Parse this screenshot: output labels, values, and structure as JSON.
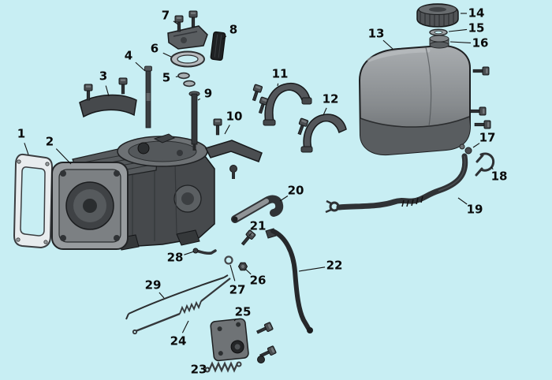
{
  "diagram": {
    "type": "exploded-parts-diagram",
    "part_numbers_shown": [
      "1",
      "2",
      "3",
      "4",
      "5",
      "6",
      "7",
      "8",
      "9",
      "10",
      "11",
      "12",
      "13",
      "14",
      "15",
      "16",
      "17",
      "18",
      "19",
      "20",
      "21",
      "22",
      "23",
      "24",
      "25",
      "26",
      "27",
      "28",
      "29"
    ]
  },
  "colors": {
    "background": "#c8eef3",
    "leader_line": "#111111",
    "callout_text": "#0a0a0a",
    "part_dark": "#2f3235",
    "part_mid": "#6d7174",
    "part_light": "#979b9e",
    "tank_gradient_top": "#a9adb0",
    "tank_gradient_bottom": "#606467"
  },
  "callouts": [
    {
      "num": "1",
      "label": [
        27,
        170
      ],
      "target": [
        36,
        196
      ]
    },
    {
      "num": "2",
      "label": [
        63,
        180
      ],
      "target": [
        90,
        208
      ]
    },
    {
      "num": "3",
      "label": [
        131,
        97
      ],
      "target": [
        138,
        122
      ]
    },
    {
      "num": "4",
      "label": [
        163,
        71
      ],
      "target": [
        184,
        90
      ]
    },
    {
      "num": "5",
      "label": [
        211,
        99
      ],
      "target": [
        226,
        97
      ]
    },
    {
      "num": "6",
      "label": [
        196,
        62
      ],
      "target": [
        217,
        72
      ]
    },
    {
      "num": "7",
      "label": [
        210,
        20
      ],
      "target": [
        226,
        31
      ]
    },
    {
      "num": "8",
      "label": [
        296,
        38
      ],
      "target": [
        282,
        50
      ]
    },
    {
      "num": "9",
      "label": [
        264,
        119
      ],
      "target": [
        251,
        127
      ]
    },
    {
      "num": "10",
      "label": [
        297,
        148
      ],
      "target": [
        285,
        170
      ]
    },
    {
      "num": "11",
      "label": [
        355,
        94
      ],
      "target": [
        352,
        109
      ]
    },
    {
      "num": "12",
      "label": [
        419,
        126
      ],
      "target": [
        410,
        146
      ]
    },
    {
      "num": "13",
      "label": [
        477,
        43
      ],
      "target": [
        498,
        62
      ]
    },
    {
      "num": "14",
      "label": [
        604,
        17
      ],
      "target": [
        584,
        17
      ]
    },
    {
      "num": "15",
      "label": [
        604,
        36
      ],
      "target": [
        569,
        40
      ]
    },
    {
      "num": "16",
      "label": [
        609,
        55
      ],
      "target": [
        571,
        53
      ]
    },
    {
      "num": "17",
      "label": [
        618,
        175
      ],
      "target": [
        600,
        187
      ]
    },
    {
      "num": "18",
      "label": [
        633,
        224
      ],
      "target": [
        623,
        212
      ]
    },
    {
      "num": "19",
      "label": [
        602,
        266
      ],
      "target": [
        581,
        251
      ]
    },
    {
      "num": "20",
      "label": [
        375,
        242
      ],
      "target": [
        355,
        255
      ]
    },
    {
      "num": "21",
      "label": [
        327,
        287
      ],
      "target": [
        316,
        299
      ]
    },
    {
      "num": "22",
      "label": [
        424,
        337
      ],
      "target": [
        379,
        344
      ]
    },
    {
      "num": "23",
      "label": [
        252,
        469
      ],
      "target": [
        265,
        467
      ]
    },
    {
      "num": "24",
      "label": [
        226,
        433
      ],
      "target": [
        239,
        407
      ]
    },
    {
      "num": "25",
      "label": [
        308,
        396
      ],
      "target": [
        297,
        407
      ]
    },
    {
      "num": "26",
      "label": [
        327,
        356
      ],
      "target": [
        311,
        341
      ]
    },
    {
      "num": "27",
      "label": [
        301,
        368
      ],
      "target": [
        292,
        336
      ]
    },
    {
      "num": "28",
      "label": [
        222,
        327
      ],
      "target": [
        246,
        319
      ]
    },
    {
      "num": "29",
      "label": [
        194,
        362
      ],
      "target": [
        208,
        378
      ]
    }
  ]
}
